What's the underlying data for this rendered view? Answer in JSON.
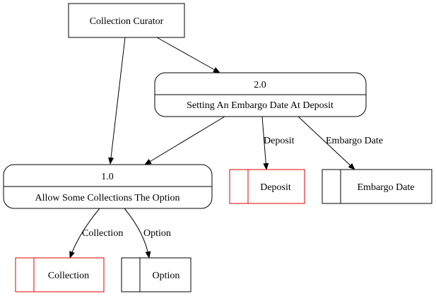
{
  "colors": {
    "stroke": "#000000",
    "highlight": "#e00000",
    "background": "#ffffff"
  },
  "external_entity": {
    "label": "Collection Curator"
  },
  "processes": [
    {
      "number": "2.0",
      "label": "Setting An Embargo Date At Deposit"
    },
    {
      "number": "1.0",
      "label": "Allow Some Collections The Option"
    }
  ],
  "data_stores": [
    {
      "label": "Deposit",
      "highlighted": true
    },
    {
      "label": "Embargo Date",
      "highlighted": false
    },
    {
      "label": "Collection",
      "highlighted": true
    },
    {
      "label": "Option",
      "highlighted": false
    }
  ],
  "flows": [
    {
      "from": "Collection Curator",
      "to": "2.0",
      "label": ""
    },
    {
      "from": "Collection Curator",
      "to": "1.0",
      "label": ""
    },
    {
      "from": "2.0",
      "to": "1.0",
      "label": ""
    },
    {
      "from": "2.0",
      "to": "Deposit",
      "label": "Deposit"
    },
    {
      "from": "2.0",
      "to": "Embargo Date",
      "label": "Embargo Date"
    },
    {
      "from": "1.0",
      "to": "Collection",
      "label": "Collection"
    },
    {
      "from": "1.0",
      "to": "Option",
      "label": "Option"
    }
  ]
}
